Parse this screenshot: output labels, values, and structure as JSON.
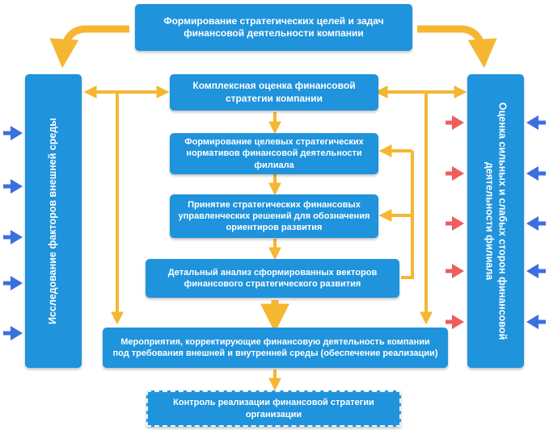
{
  "colors": {
    "box": "#1f93dc",
    "connector": "#f5b731",
    "input_arrow": "#3b6fe0",
    "strength_arrow": "#ef5d5d"
  },
  "boxes": {
    "top": "Формирование стратегических целей и задач\nфинансовой деятельности компании",
    "assessment": "Комплексная оценка финансовой\nстратегии компании",
    "targets": "Формирование целевых стратегических\nнормативов финансовой деятельности\nфилиала",
    "decisions": "Принятие стратегических финансовых\nуправленческих решений для обозначения\nориентиров развития",
    "analysis": "Детальный анализ сформированных векторов\nфинансового стратегического развития",
    "measures": "Мероприятия, корректирующие финансовую деятельность компании\nпод требования внешней и внутренней среды (обеспечение реализации)",
    "control": "Контроль реализации финансовой стратегии\nорганизации",
    "left_vertical": "Исследование факторов внешней среды",
    "right_vertical": "Оценка сильных и слабых сторон финансовой\nдеятельности филиала"
  }
}
